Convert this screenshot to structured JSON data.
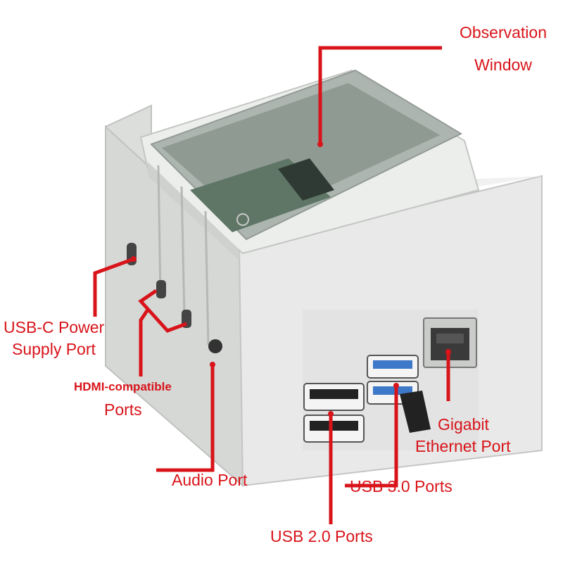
{
  "colors": {
    "callout": "#d8141a",
    "case_body": "#e6e7e6",
    "case_shadow": "#c9cbc9",
    "window": "#a9b3ad",
    "port_dark": "#222222",
    "usb3_blue": "#3d78c9"
  },
  "callouts": {
    "observation_window": {
      "line1": "Observation",
      "line2": "Window"
    },
    "usb_c_power": {
      "line1": "USB-C Power",
      "line2": "Supply Port"
    },
    "hdmi": {
      "line1": "HDMI-compatible",
      "line2": "Ports"
    },
    "audio": {
      "text": "Audio Port"
    },
    "usb2": {
      "text": "USB 2.0 Ports"
    },
    "usb3": {
      "text": "USB 3.0 Ports"
    },
    "ethernet": {
      "line1": "Gigabit",
      "line2": "Ethernet Port"
    }
  }
}
